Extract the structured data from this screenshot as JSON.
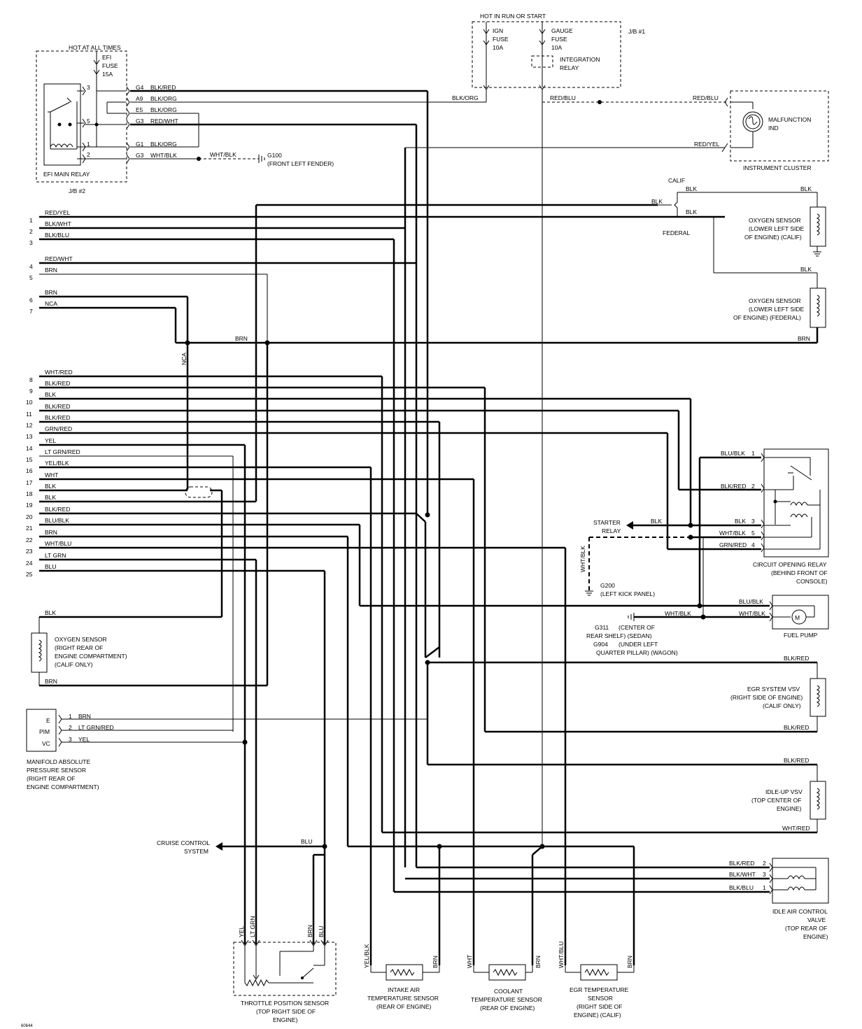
{
  "jb2": {
    "hot_label": "HOT AT ALL TIMES",
    "fuse": [
      "EFI",
      "FUSE",
      "15A"
    ],
    "relay_name": "EFI MAIN RELAY",
    "box_name": "J/B #2",
    "pins": [
      "3",
      "5",
      "1",
      "2"
    ],
    "conns": [
      "G4",
      "A9",
      "E5",
      "G3",
      "G1",
      "G3"
    ],
    "wires": [
      "BLK/RED",
      "BLK/ORG",
      "BLK/ORG",
      "RED/WHT",
      "BLK/ORG",
      "WHT/BLK"
    ],
    "gnd_wire": "WHT/BLK",
    "g100": [
      "G100",
      "(FRONT LEFT FENDER)"
    ]
  },
  "jb1": {
    "hot_label": "HOT IN RUN OR START",
    "box_name": "J/B #1",
    "ign_fuse": [
      "IGN",
      "FUSE",
      "10A"
    ],
    "gauge_fuse": [
      "GAUGE",
      "FUSE",
      "10A"
    ],
    "relay": [
      "INTEGRATION",
      "RELAY"
    ],
    "out_wire_left": "BLK/ORG",
    "out_wire_right": "RED/BLU"
  },
  "cluster": {
    "wire_in_1": "RED/BLU",
    "wire_in_2": "RED/YEL",
    "lamp": [
      "MALFUNCTION",
      "IND"
    ],
    "name": "INSTRUMENT CLUSTER"
  },
  "ecm_pins": [
    {
      "num": "1",
      "wire": "RED/YEL"
    },
    {
      "num": "2",
      "wire": "BLK/WHT"
    },
    {
      "num": "3",
      "wire": "BLK/BLU"
    },
    {
      "num": "4",
      "wire": "RED/WHT"
    },
    {
      "num": "5",
      "wire": "BRN"
    },
    {
      "num": "6",
      "wire": "BRN"
    },
    {
      "num": "7",
      "wire": "NCA"
    },
    {
      "num": "8",
      "wire": "WHT/RED"
    },
    {
      "num": "9",
      "wire": "BLK/RED"
    },
    {
      "num": "10",
      "wire": "BLK"
    },
    {
      "num": "11",
      "wire": "BLK/RED"
    },
    {
      "num": "12",
      "wire": "BLK/RED"
    },
    {
      "num": "13",
      "wire": "GRN/RED"
    },
    {
      "num": "14",
      "wire": "YEL"
    },
    {
      "num": "15",
      "wire": "LT GRN/RED"
    },
    {
      "num": "16",
      "wire": "YEL/BLK"
    },
    {
      "num": "17",
      "wire": "WHT"
    },
    {
      "num": "18",
      "wire": "BLK"
    },
    {
      "num": "19",
      "wire": "BLK"
    },
    {
      "num": "20",
      "wire": "BLK/RED"
    },
    {
      "num": "21",
      "wire": "BLU/BLK"
    },
    {
      "num": "22",
      "wire": "BRN"
    },
    {
      "num": "23",
      "wire": "WHT/BLU"
    },
    {
      "num": "24",
      "wire": "LT GRN"
    },
    {
      "num": "25",
      "wire": "BLU"
    }
  ],
  "brn_bus": "BRN",
  "nca_vertical": "NCA",
  "o2_select": {
    "calif": "CALIF",
    "federal": "FEDERAL",
    "in_wire": "BLK",
    "w1": "BLK",
    "w2": "BLK"
  },
  "o2_calif": {
    "wire_top": "BLK",
    "label": [
      "OXYGEN SENSOR",
      "(LOWER LEFT SIDE",
      "OF ENGINE) (CALIF)"
    ]
  },
  "o2_fed": {
    "wire_top": "BLK",
    "wire_bot": "BRN",
    "label": [
      "OXYGEN SENSOR",
      "(LOWER LEFT SIDE",
      "OF ENGINE) (FEDERAL)"
    ]
  },
  "circuit_relay": {
    "pins": [
      {
        "wire": "BLU/BLK",
        "num": "1"
      },
      {
        "wire": "BLK/RED",
        "num": "2"
      },
      {
        "wire": "BLK",
        "num": "3"
      },
      {
        "wire": "WHT/BLK",
        "num": "5"
      },
      {
        "wire": "GRN/RED",
        "num": "4"
      }
    ],
    "label": [
      "CIRCUIT OPENING RELAY",
      "(BEHIND FRONT OF",
      "CONSOLE)"
    ]
  },
  "starter": {
    "label": [
      "STARTER",
      "RELAY"
    ],
    "wire": "BLK",
    "gnd_wire": "WHT/BLK",
    "g200": [
      "G200",
      "(LEFT KICK PANEL)"
    ]
  },
  "fuel_pump": {
    "wire1": "BLU/BLK",
    "wire2": "WHT/BLK",
    "gnd_wire": "WHT/BLK",
    "name": "FUEL PUMP",
    "motor": "M",
    "ground_text": [
      "G311",
      "(CENTER OF",
      "REAR SHELF) (SEDAN)",
      "G904",
      "(UNDER LEFT",
      "QUARTER PILLAR) (WAGON)"
    ]
  },
  "o2_right": {
    "wire_top": "BLK",
    "wire_bot": "BRN",
    "label": [
      "OXYGEN SENSOR",
      "(RIGHT REAR OF",
      "ENGINE COMPARTMENT)",
      "(CALIF ONLY)"
    ]
  },
  "egr_vsv": {
    "wire_top": "BLK/RED",
    "wire_bot": "BLK/RED",
    "label": [
      "EGR SYSTEM VSV",
      "(RIGHT SIDE OF ENGINE)",
      "(CALIF ONLY)"
    ]
  },
  "map_sensor": {
    "pins": [
      "E",
      "PIM",
      "VC"
    ],
    "nums": [
      "1",
      "2",
      "3"
    ],
    "wires": [
      "BRN",
      "LT GRN/RED",
      "YEL"
    ],
    "label": [
      "MANIFOLD ABSOLUTE",
      "PRESSURE SENSOR",
      "(RIGHT REAR OF",
      "ENGINE COMPARTMENT)"
    ]
  },
  "idle_vsv": {
    "wire_top": "BLK/RED",
    "wire_bot": "WHT/RED",
    "label": [
      "IDLE-UP VSV",
      "(TOP CENTER OF",
      "ENGINE)"
    ]
  },
  "cruise": {
    "label": [
      "CRUISE CONTROL",
      "SYSTEM"
    ],
    "wire": "BLU"
  },
  "iac": {
    "pins": [
      {
        "wire": "BLK/RED",
        "num": "2"
      },
      {
        "wire": "BLK/WHT",
        "num": "3"
      },
      {
        "wire": "BLK/BLU",
        "num": "1"
      }
    ],
    "label": [
      "IDLE AIR CONTROL",
      "VALVE",
      "(TOP REAR OF",
      "ENGINE)"
    ]
  },
  "tps": {
    "wires": [
      "YEL",
      "LT GRN",
      "BRN",
      "BLU"
    ],
    "label": [
      "THROTTLE POSITION SENSOR",
      "(TOP RIGHT SIDE OF",
      "ENGINE)"
    ]
  },
  "iat": {
    "wires": [
      "YEL/BLK",
      "BRN"
    ],
    "label": [
      "INTAKE AIR",
      "TEMPERATURE SENSOR",
      "(REAR OF ENGINE)"
    ]
  },
  "cts": {
    "wires": [
      "WHT",
      "BRN"
    ],
    "label": [
      "COOLANT",
      "TEMPERATURE SENSOR",
      "(REAR OF ENGINE)"
    ]
  },
  "egr_temp": {
    "wires": [
      "WHT/BLU",
      "BRN"
    ],
    "label": [
      "EGR TEMPERATURE",
      "SENSOR",
      "(RIGHT SIDE OF",
      "ENGINE) (CALIF)"
    ]
  },
  "figure_id": "60644"
}
